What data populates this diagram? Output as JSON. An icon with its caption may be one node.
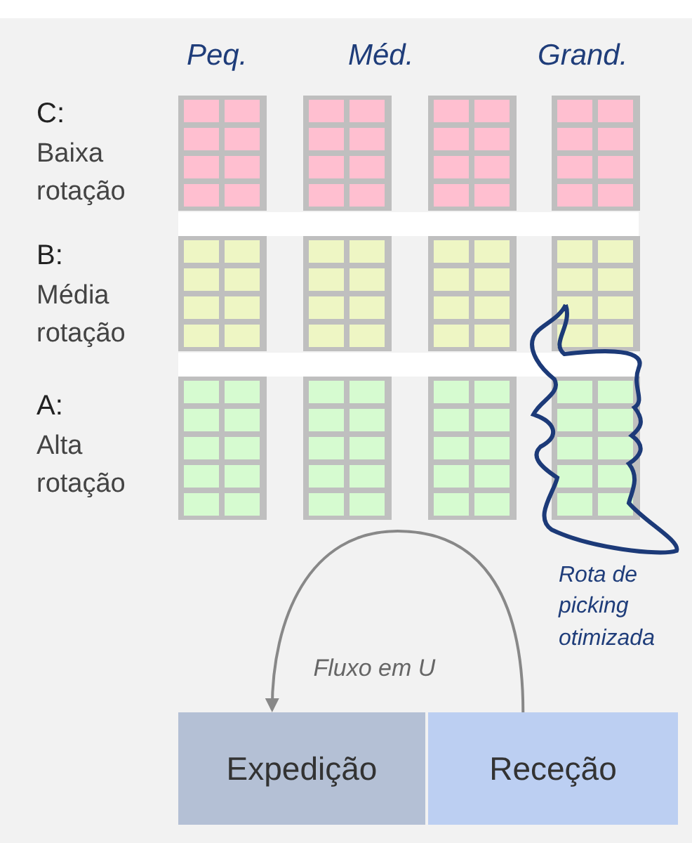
{
  "diagram": {
    "nodes": [
      {
        "text": [
          "Expedição"
        ]
      },
      {
        "text": [
          "Receção"
        ]
      }
    ],
    "edges": [
      {
        "from": 1,
        "to": 0,
        "arrow": "to",
        "label": "Fluxo em U"
      }
    ],
    "labels": [
      "Peq.",
      "Méd.",
      "Grand.",
      "C:",
      "Baixa rotação",
      "B:",
      "Média rotação",
      "A:",
      "Alta rotação",
      "Rota de picking otimizada"
    ]
  }
}
